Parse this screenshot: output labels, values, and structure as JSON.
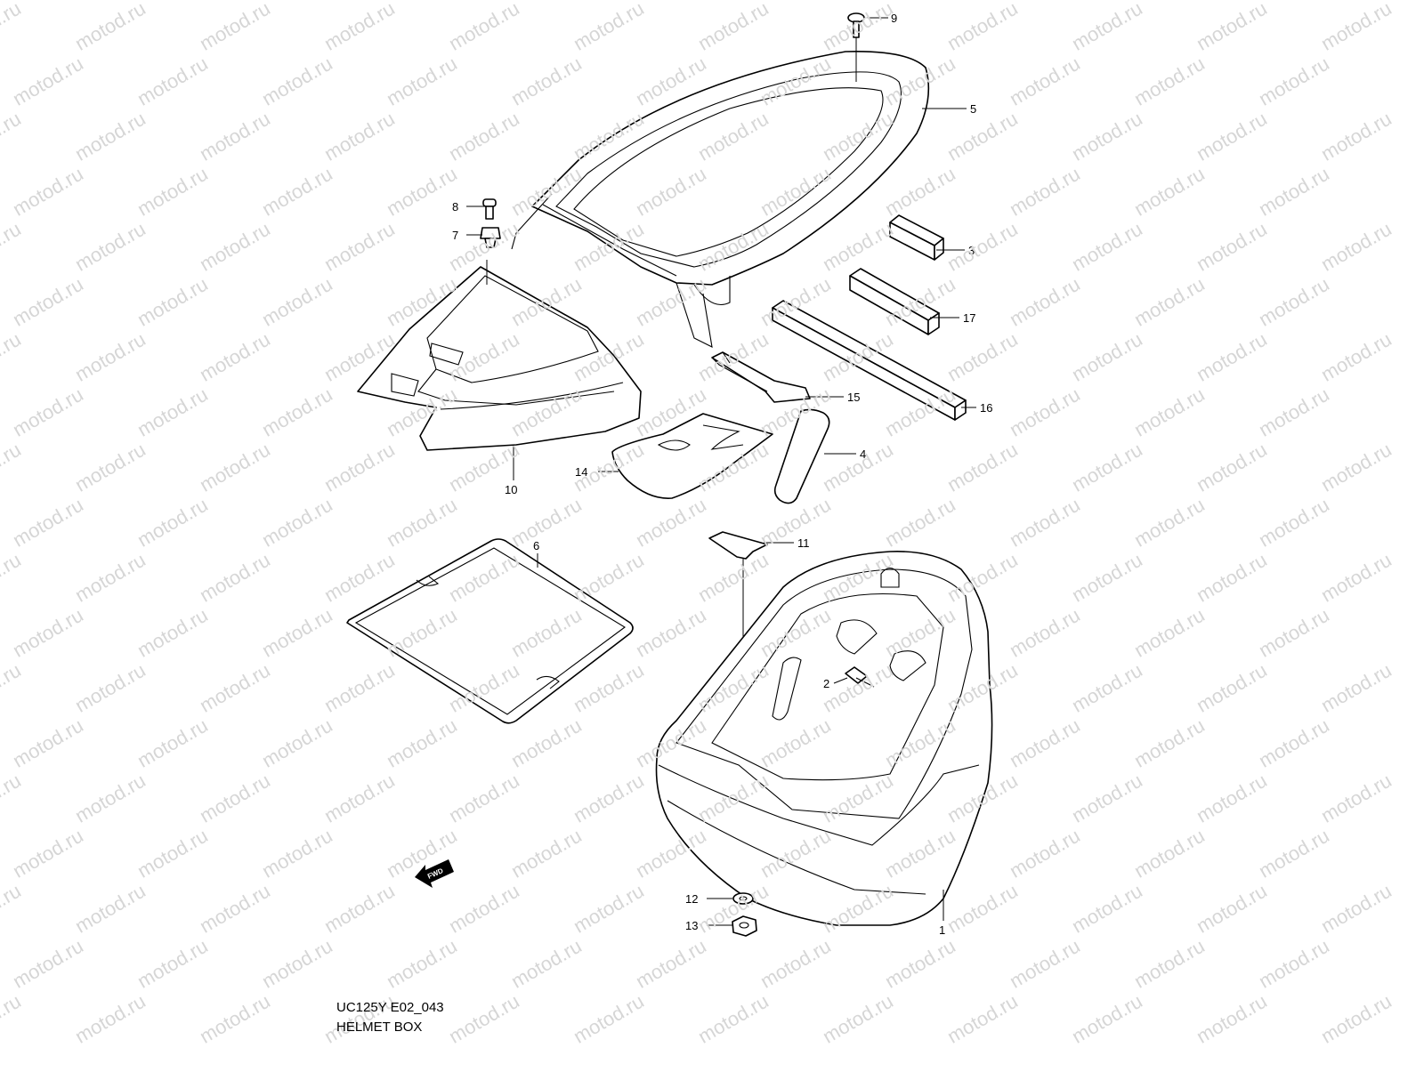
{
  "watermark": {
    "text": "motod.ru"
  },
  "caption": {
    "model_code": "UC125Y E02_043",
    "title": "HELMET BOX"
  },
  "fwd_label": "FWD",
  "callouts": [
    {
      "id": "1",
      "label": "1"
    },
    {
      "id": "2",
      "label": "2"
    },
    {
      "id": "3",
      "label": "3"
    },
    {
      "id": "4",
      "label": "4"
    },
    {
      "id": "5",
      "label": "5"
    },
    {
      "id": "6",
      "label": "6"
    },
    {
      "id": "7",
      "label": "7"
    },
    {
      "id": "8",
      "label": "8"
    },
    {
      "id": "9",
      "label": "9"
    },
    {
      "id": "10",
      "label": "10"
    },
    {
      "id": "11",
      "label": "11"
    },
    {
      "id": "12",
      "label": "12"
    },
    {
      "id": "13",
      "label": "13"
    },
    {
      "id": "14",
      "label": "14"
    },
    {
      "id": "15",
      "label": "15"
    },
    {
      "id": "16",
      "label": "16"
    },
    {
      "id": "17",
      "label": "17"
    }
  ]
}
